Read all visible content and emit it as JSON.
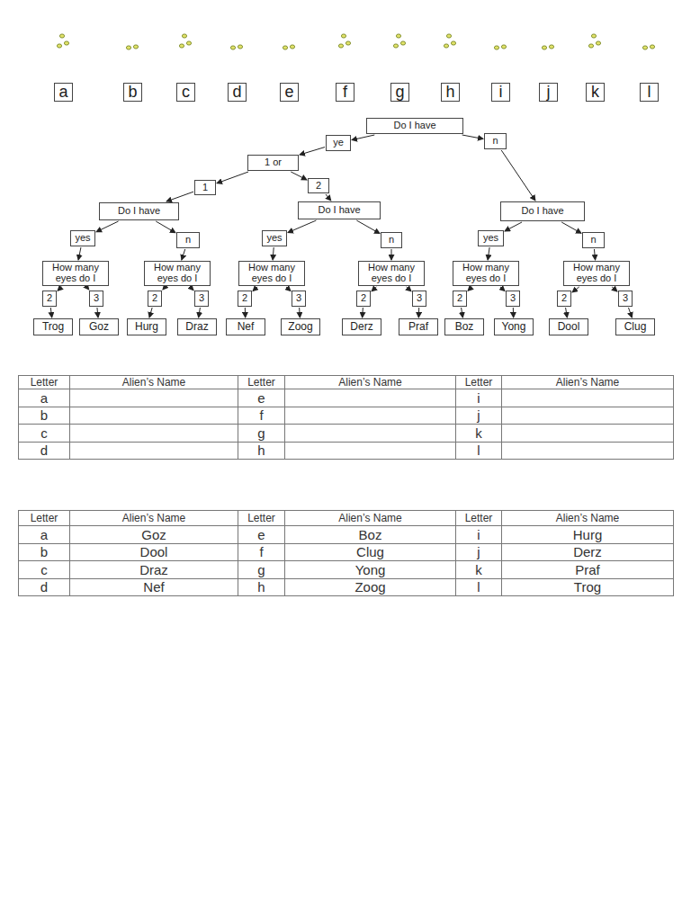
{
  "diagram": {
    "nodes": [
      {
        "text": [
          "a"
        ]
      },
      {
        "text": [
          "b"
        ]
      },
      {
        "text": [
          "c"
        ]
      },
      {
        "text": [
          "d"
        ]
      },
      {
        "text": [
          "e"
        ]
      },
      {
        "text": [
          "f"
        ]
      },
      {
        "text": [
          "g"
        ]
      },
      {
        "text": [
          "h"
        ]
      },
      {
        "text": [
          "i"
        ]
      },
      {
        "text": [
          "j"
        ]
      },
      {
        "text": [
          "k"
        ]
      },
      {
        "text": [
          "l"
        ]
      },
      {
        "text": [
          "Do I have"
        ]
      },
      {
        "text": [
          "ye"
        ]
      },
      {
        "text": [
          "n"
        ]
      },
      {
        "text": [
          "1 or"
        ]
      },
      {
        "text": [
          "1"
        ]
      },
      {
        "text": [
          "2"
        ]
      },
      {
        "text": [
          "Do I have"
        ]
      },
      {
        "text": [
          "Do I have"
        ]
      },
      {
        "text": [
          "Do I have"
        ]
      },
      {
        "text": [
          "yes"
        ]
      },
      {
        "text": [
          "n"
        ]
      },
      {
        "text": [
          "yes"
        ]
      },
      {
        "text": [
          "n"
        ]
      },
      {
        "text": [
          "yes"
        ]
      },
      {
        "text": [
          "n"
        ]
      },
      {
        "text": [
          "How many eyes do I"
        ]
      },
      {
        "text": [
          "How many eyes do I"
        ]
      },
      {
        "text": [
          "How many eyes do I"
        ]
      },
      {
        "text": [
          "How many eyes do I"
        ]
      },
      {
        "text": [
          "How many eyes do I"
        ]
      },
      {
        "text": [
          "How many eyes do I"
        ]
      },
      {
        "text": [
          "2"
        ]
      },
      {
        "text": [
          "3"
        ]
      },
      {
        "text": [
          "2"
        ]
      },
      {
        "text": [
          "3"
        ]
      },
      {
        "text": [
          "2"
        ]
      },
      {
        "text": [
          "3"
        ]
      },
      {
        "text": [
          "2"
        ]
      },
      {
        "text": [
          "3"
        ]
      },
      {
        "text": [
          "2"
        ]
      },
      {
        "text": [
          "3"
        ]
      },
      {
        "text": [
          "2"
        ]
      },
      {
        "text": [
          "3"
        ]
      },
      {
        "text": [
          "Trog"
        ]
      },
      {
        "text": [
          "Goz"
        ]
      },
      {
        "text": [
          "Hurg"
        ]
      },
      {
        "text": [
          "Draz"
        ]
      },
      {
        "text": [
          "Nef"
        ]
      },
      {
        "text": [
          "Zoog"
        ]
      },
      {
        "text": [
          "Derz"
        ]
      },
      {
        "text": [
          "Praf"
        ]
      },
      {
        "text": [
          "Boz"
        ]
      },
      {
        "text": [
          "Yong"
        ]
      },
      {
        "text": [
          "Dool"
        ]
      },
      {
        "text": [
          "Clug"
        ]
      }
    ],
    "edges": [
      {
        "from": 12,
        "to": 13,
        "arrow": "to"
      },
      {
        "from": 12,
        "to": 14,
        "arrow": "to"
      },
      {
        "from": 13,
        "to": 15,
        "arrow": "to"
      },
      {
        "from": 15,
        "to": 16,
        "arrow": "to"
      },
      {
        "from": 15,
        "to": 17,
        "arrow": "to"
      },
      {
        "from": 16,
        "to": 18,
        "arrow": "to"
      },
      {
        "from": 17,
        "to": 19,
        "arrow": "to"
      },
      {
        "from": 14,
        "to": 20,
        "arrow": "to"
      },
      {
        "from": 18,
        "to": 21,
        "arrow": "to"
      },
      {
        "from": 18,
        "to": 22,
        "arrow": "to"
      },
      {
        "from": 19,
        "to": 23,
        "arrow": "to"
      },
      {
        "from": 19,
        "to": 24,
        "arrow": "to"
      },
      {
        "from": 20,
        "to": 25,
        "arrow": "to"
      },
      {
        "from": 20,
        "to": 26,
        "arrow": "to"
      },
      {
        "from": 21,
        "to": 27,
        "arrow": "to"
      },
      {
        "from": 22,
        "to": 28,
        "arrow": "to"
      },
      {
        "from": 23,
        "to": 29,
        "arrow": "to"
      },
      {
        "from": 24,
        "to": 30,
        "arrow": "to"
      },
      {
        "from": 25,
        "to": 31,
        "arrow": "to"
      },
      {
        "from": 26,
        "to": 32,
        "arrow": "to"
      },
      {
        "from": 27,
        "to": 33,
        "arrow": "to"
      },
      {
        "from": 27,
        "to": 34,
        "arrow": "to"
      },
      {
        "from": 28,
        "to": 35,
        "arrow": "to"
      },
      {
        "from": 28,
        "to": 36,
        "arrow": "to"
      },
      {
        "from": 29,
        "to": 37,
        "arrow": "to"
      },
      {
        "from": 29,
        "to": 38,
        "arrow": "to"
      },
      {
        "from": 30,
        "to": 39,
        "arrow": "to"
      },
      {
        "from": 30,
        "to": 40,
        "arrow": "to"
      },
      {
        "from": 31,
        "to": 41,
        "arrow": "to"
      },
      {
        "from": 31,
        "to": 42,
        "arrow": "to"
      },
      {
        "from": 32,
        "to": 43,
        "arrow": "to"
      },
      {
        "from": 32,
        "to": 44,
        "arrow": "to"
      },
      {
        "from": 33,
        "to": 45,
        "arrow": "to"
      },
      {
        "from": 34,
        "to": 46,
        "arrow": "to"
      },
      {
        "from": 35,
        "to": 47,
        "arrow": "to"
      },
      {
        "from": 36,
        "to": 48,
        "arrow": "to"
      },
      {
        "from": 37,
        "to": 49,
        "arrow": "to"
      },
      {
        "from": 38,
        "to": 50,
        "arrow": "to"
      },
      {
        "from": 39,
        "to": 51,
        "arrow": "to"
      },
      {
        "from": 40,
        "to": 52,
        "arrow": "to"
      },
      {
        "from": 41,
        "to": 53,
        "arrow": "to"
      },
      {
        "from": 42,
        "to": 54,
        "arrow": "to"
      },
      {
        "from": 43,
        "to": 55,
        "arrow": "to"
      },
      {
        "from": 44,
        "to": 56,
        "arrow": "to"
      }
    ],
    "labels": [
      "Letter",
      "Alien’s Name",
      "Letter",
      "Alien’s Name",
      "Letter",
      "Alien’s Name",
      "a",
      "e",
      "i",
      "b",
      "f",
      "j",
      "c",
      "g",
      "k",
      "d",
      "h",
      "l",
      "Letter",
      "Alien’s Name",
      "Letter",
      "Alien’s Name",
      "Letter",
      "Alien’s Name",
      "a",
      "Goz",
      "e",
      "Boz",
      "i",
      "Hurg",
      "b",
      "Dool",
      "f",
      "Clug",
      "j",
      "Derz",
      "c",
      "Draz",
      "g",
      "Yong",
      "k",
      "Praf",
      "d",
      "Nef",
      "h",
      "Zoog",
      "l",
      "Trog"
    ]
  }
}
